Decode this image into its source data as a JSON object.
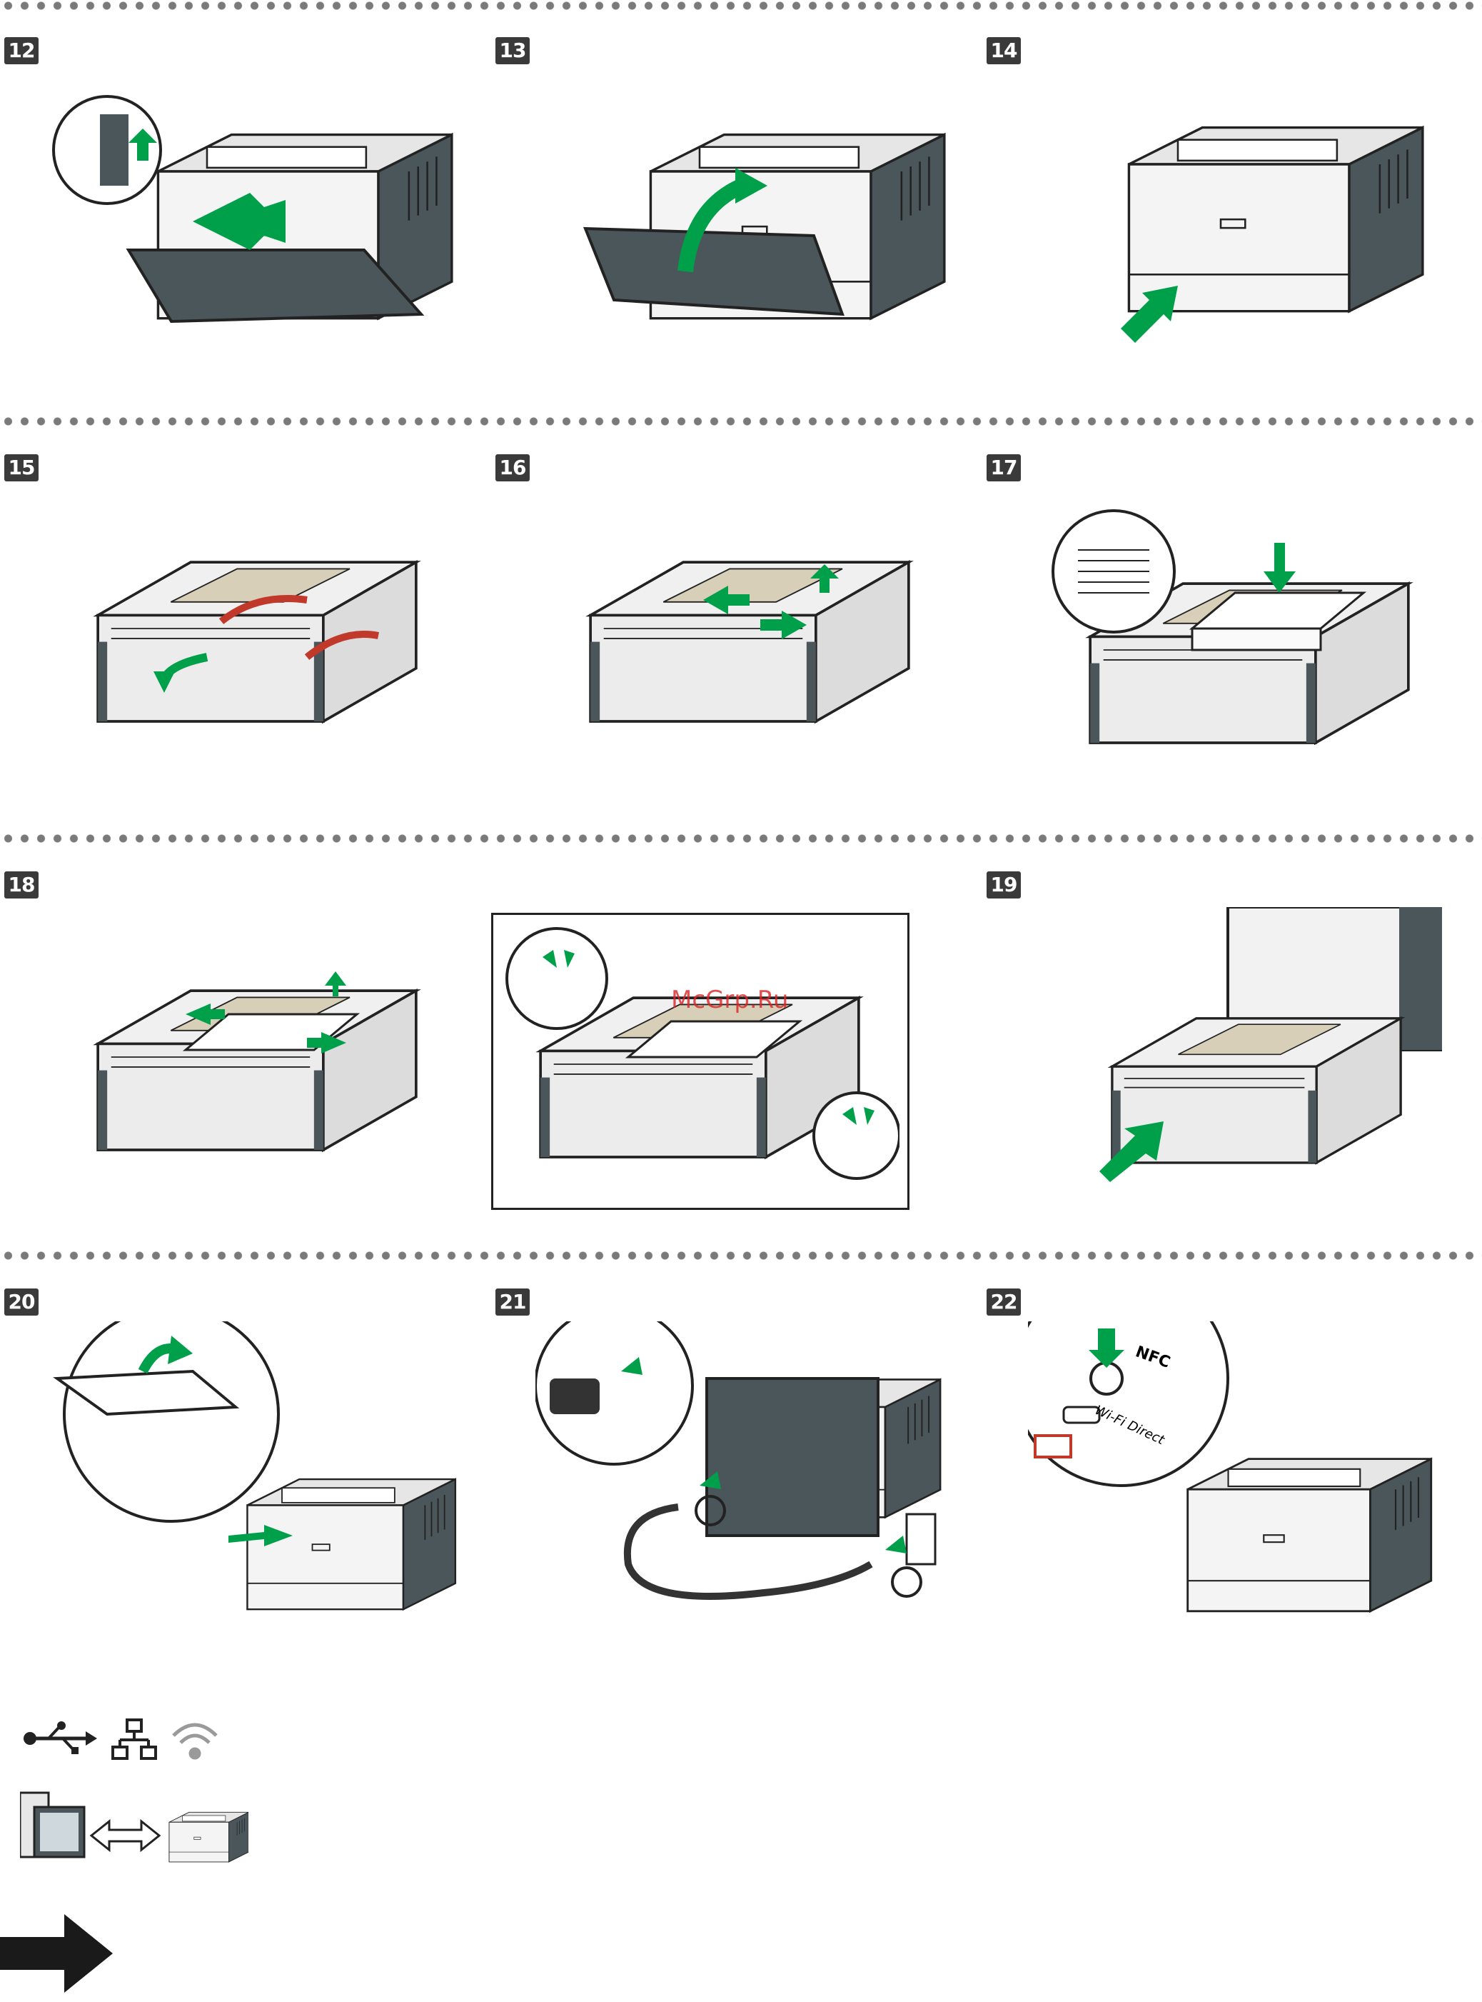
{
  "steps": [
    {
      "number": "12",
      "icon": "install-toner-cartridge"
    },
    {
      "number": "13",
      "icon": "close-front-cover"
    },
    {
      "number": "14",
      "icon": "pull-out-paper-tray"
    },
    {
      "number": "15",
      "icon": "remove-tray-tape"
    },
    {
      "number": "16",
      "icon": "adjust-paper-guides"
    },
    {
      "number": "17",
      "icon": "load-paper"
    },
    {
      "number": "18",
      "icon": "slide-guides-to-paper"
    },
    {
      "number": "19",
      "icon": "insert-paper-tray"
    },
    {
      "number": "20",
      "icon": "open-output-stopper"
    },
    {
      "number": "21",
      "icon": "connect-power-cord"
    },
    {
      "number": "22",
      "icon": "press-power-key"
    }
  ],
  "labels": {
    "nfc": "NFC",
    "wifi_direct": "Wi-Fi Direct",
    "watermark": "McGrp.Ru"
  },
  "connection_icons": [
    "usb-icon",
    "network-icon",
    "wireless-icon",
    "computer-icon",
    "bidirectional-arrow-icon",
    "printer-icon"
  ],
  "colors": {
    "badge": "#3a3a3a",
    "arrow": "#00a04a",
    "printer_dark": "#4a5659",
    "printer_light": "#f2f2f2",
    "dots": "#7a7a7a"
  }
}
